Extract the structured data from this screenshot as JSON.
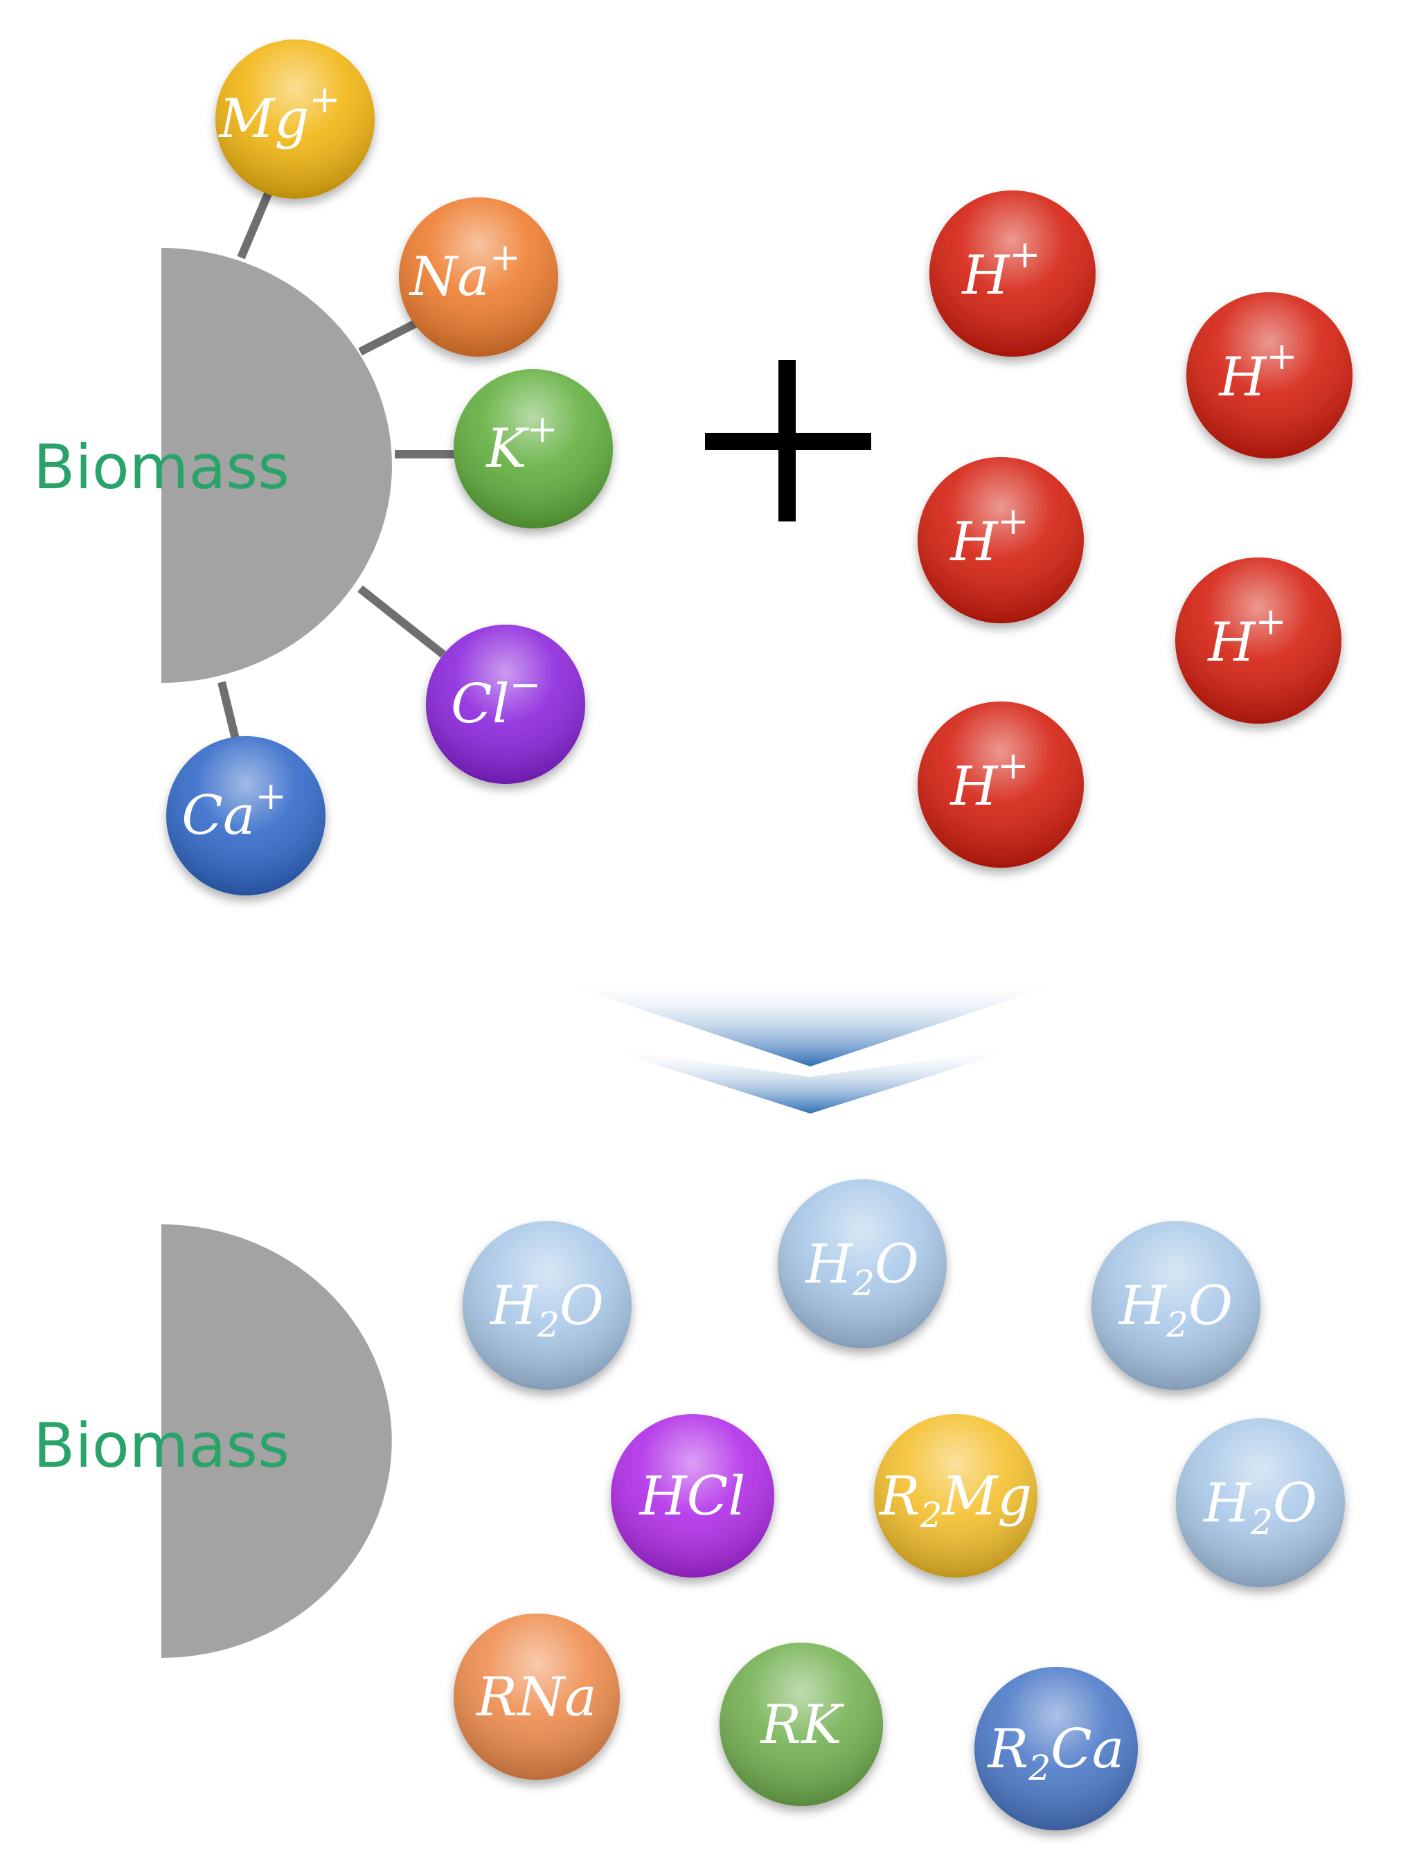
{
  "diagram": {
    "top": {
      "biomass_label": "Biomass",
      "bonded_ions": [
        {
          "id": "mg",
          "base": "Mg",
          "sup": "+",
          "color": "#f2b50f"
        },
        {
          "id": "na",
          "base": "Na",
          "sup": "+",
          "color": "#ee7b2c"
        },
        {
          "id": "k",
          "base": "K",
          "sup": "+",
          "color": "#5fae3b"
        },
        {
          "id": "cl",
          "base": "Cl",
          "sup": "−",
          "color": "#8a22dc"
        },
        {
          "id": "ca",
          "base": "Ca",
          "sup": "+",
          "color": "#2f67c8"
        }
      ],
      "operator": "+",
      "protons": [
        {
          "base": "H",
          "sup": "+",
          "color": "#d41c0c"
        },
        {
          "base": "H",
          "sup": "+",
          "color": "#d41c0c"
        },
        {
          "base": "H",
          "sup": "+",
          "color": "#d41c0c"
        },
        {
          "base": "H",
          "sup": "+",
          "color": "#d41c0c"
        },
        {
          "base": "H",
          "sup": "+",
          "color": "#d41c0c"
        }
      ]
    },
    "arrow": {
      "color": "#2f6fb5"
    },
    "bottom": {
      "biomass_label": "Biomass",
      "products": [
        {
          "id": "h2o-1",
          "parts": [
            "H",
            "2",
            "O"
          ],
          "color": "#a9c8e8"
        },
        {
          "id": "h2o-2",
          "parts": [
            "H",
            "2",
            "O"
          ],
          "color": "#a9c8e8"
        },
        {
          "id": "h2o-3",
          "parts": [
            "H",
            "2",
            "O"
          ],
          "color": "#a9c8e8"
        },
        {
          "id": "h2o-4",
          "parts": [
            "H",
            "2",
            "O"
          ],
          "color": "#a9c8e8"
        },
        {
          "id": "hcl",
          "parts": [
            "HCl",
            "",
            ""
          ],
          "color": "#b02ae8"
        },
        {
          "id": "r2mg",
          "parts": [
            "R",
            "2",
            "Mg"
          ],
          "color": "#f4bf2a"
        },
        {
          "id": "rna",
          "parts": [
            "RNa",
            "",
            ""
          ],
          "color": "#ee8a4a"
        },
        {
          "id": "rk",
          "parts": [
            "RK",
            "",
            ""
          ],
          "color": "#72b04f"
        },
        {
          "id": "r2ca",
          "parts": [
            "R",
            "2",
            "Ca"
          ],
          "color": "#4a78c8"
        }
      ]
    }
  }
}
